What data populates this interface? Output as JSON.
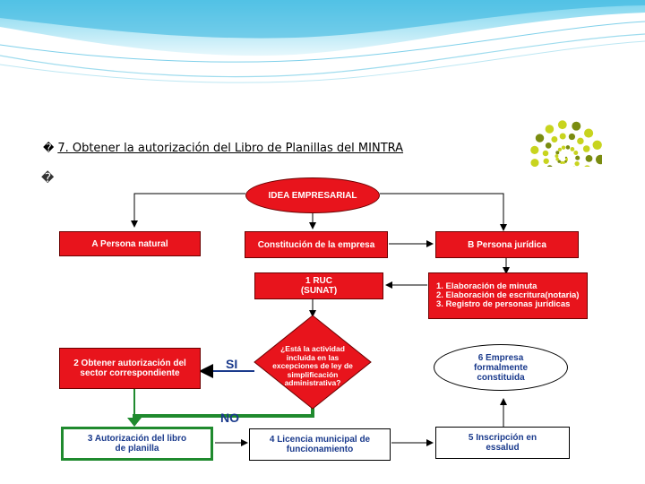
{
  "heading": {
    "text": "7. Obtener la autorización del Libro de Planillas del MINTRA",
    "bullet_glyph": "�"
  },
  "second_bullet": "�",
  "diagram": {
    "nodes": {
      "idea": "IDEA EMPRESARIAL",
      "persona_natural": "A Persona natural",
      "constitucion": "Constitución de la empresa",
      "persona_juridica": "B Persona jurídica",
      "ruc": "1 RUC\n(SUNAT)",
      "pasos_juridica": "1. Elaboración de minuta\n2. Elaboración de escritura(notaria)\n3. Registro de personas jurídicas",
      "obtener_autorizacion": "2 Obtener autorización del sector correspondiente",
      "pregunta": "¿Está la actividad incluida en las excepciones de ley de simplificación administrativa?",
      "empresa_constituida": "6 Empresa formalmente constituida",
      "autorizacion_libro": "3 Autorización del libro de planilla",
      "licencia": "4 Licencia municipal de funcionamiento",
      "essalud": "5 Inscripción en essalud"
    },
    "labels": {
      "si": "SI",
      "no": "NO"
    },
    "colors": {
      "red": "#e8141c",
      "green": "#1f8a2e",
      "navy": "#1a3a8c"
    }
  }
}
